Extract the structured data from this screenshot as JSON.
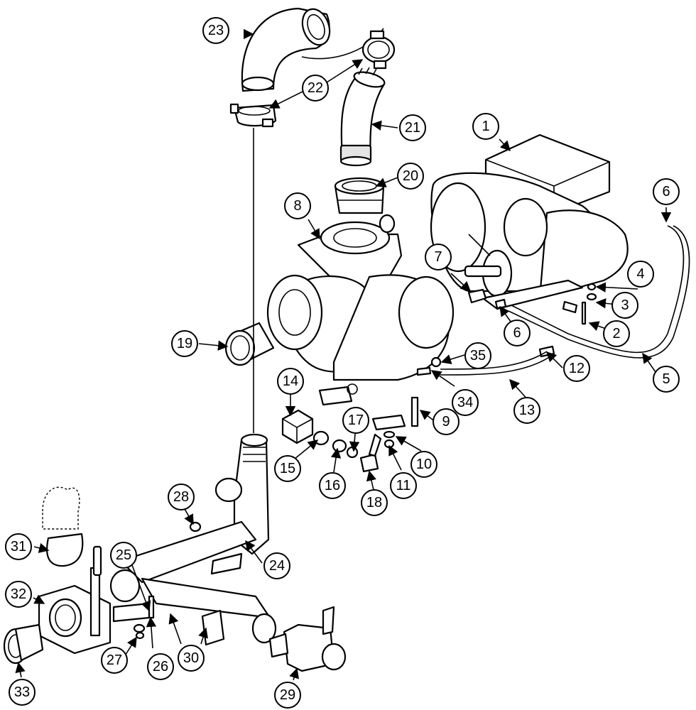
{
  "callouts": [
    {
      "id": "c1",
      "label": "1"
    },
    {
      "id": "c2",
      "label": "2"
    },
    {
      "id": "c3",
      "label": "3"
    },
    {
      "id": "c4",
      "label": "4"
    },
    {
      "id": "c5",
      "label": "5"
    },
    {
      "id": "c6a",
      "label": "6"
    },
    {
      "id": "c6b",
      "label": "6"
    },
    {
      "id": "c7",
      "label": "7"
    },
    {
      "id": "c8",
      "label": "8"
    },
    {
      "id": "c9",
      "label": "9"
    },
    {
      "id": "c10",
      "label": "10"
    },
    {
      "id": "c11",
      "label": "11"
    },
    {
      "id": "c12",
      "label": "12"
    },
    {
      "id": "c13",
      "label": "13"
    },
    {
      "id": "c14",
      "label": "14"
    },
    {
      "id": "c15",
      "label": "15"
    },
    {
      "id": "c16",
      "label": "16"
    },
    {
      "id": "c17",
      "label": "17"
    },
    {
      "id": "c18",
      "label": "18"
    },
    {
      "id": "c19",
      "label": "19"
    },
    {
      "id": "c20",
      "label": "20"
    },
    {
      "id": "c21",
      "label": "21"
    },
    {
      "id": "c22",
      "label": "22"
    },
    {
      "id": "c23",
      "label": "23"
    },
    {
      "id": "c24",
      "label": "24"
    },
    {
      "id": "c25",
      "label": "25"
    },
    {
      "id": "c26",
      "label": "26"
    },
    {
      "id": "c27",
      "label": "27"
    },
    {
      "id": "c28",
      "label": "28"
    },
    {
      "id": "c29",
      "label": "29"
    },
    {
      "id": "c30",
      "label": "30"
    },
    {
      "id": "c31",
      "label": "31"
    },
    {
      "id": "c32",
      "label": "32"
    },
    {
      "id": "c33",
      "label": "33"
    },
    {
      "id": "c34",
      "label": "34"
    },
    {
      "id": "c35",
      "label": "35"
    }
  ]
}
